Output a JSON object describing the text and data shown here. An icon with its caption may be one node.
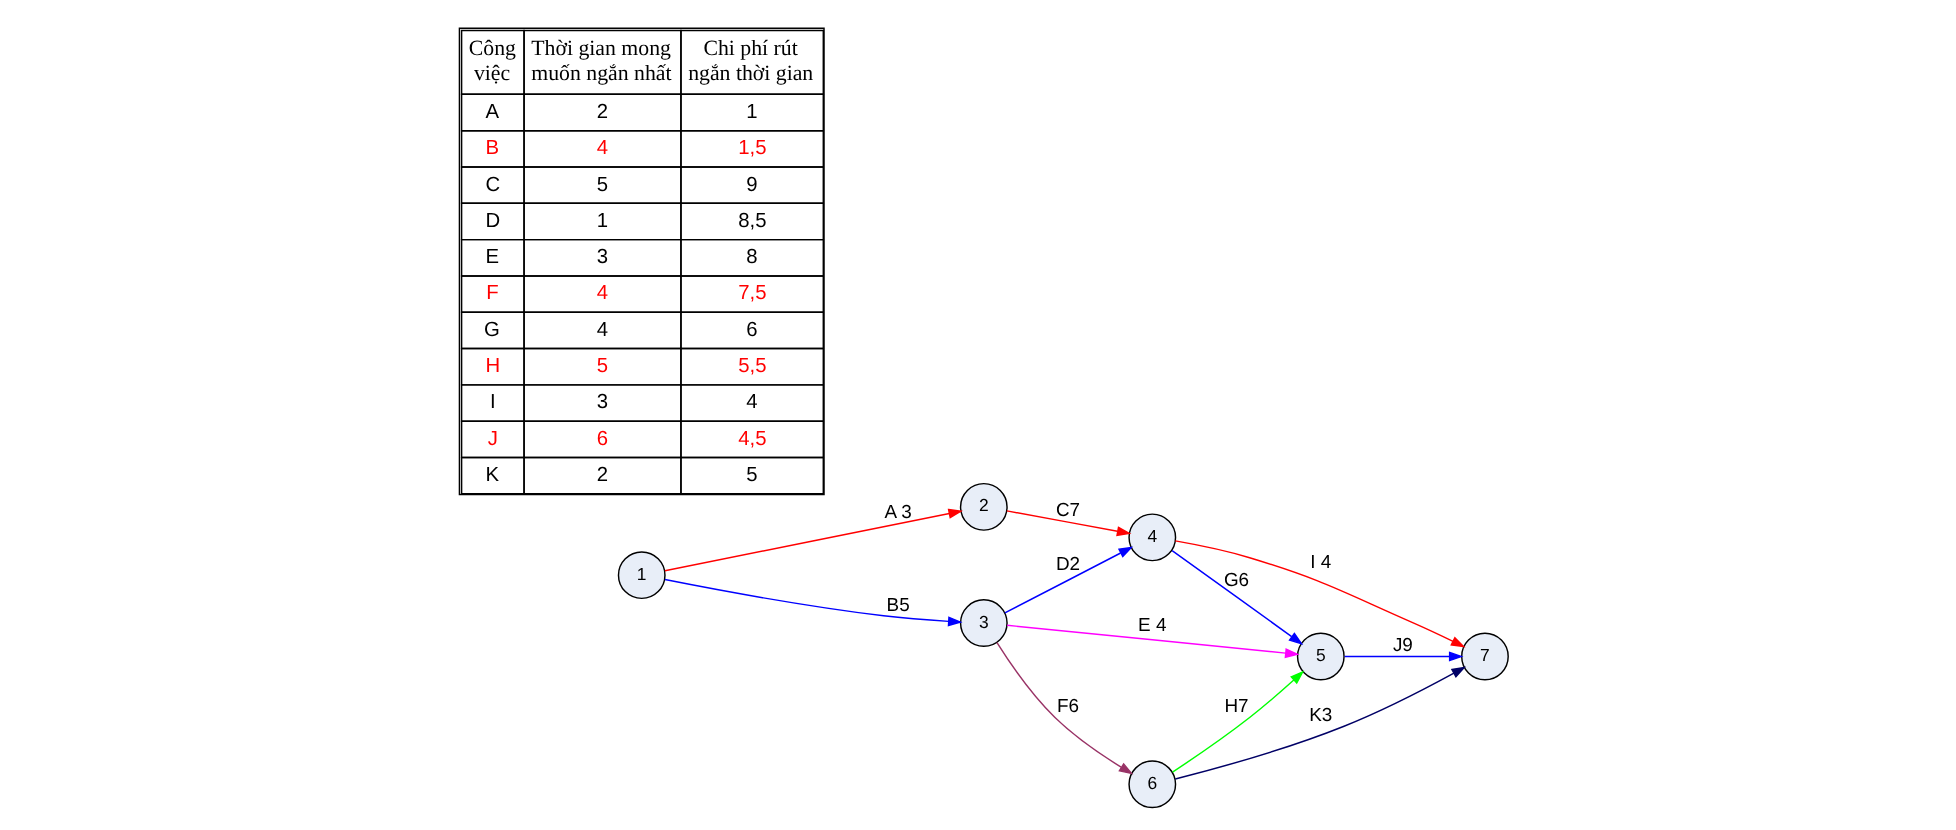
{
  "diagram": {
    "nodes": [
      {
        "text": [
          "1"
        ]
      },
      {
        "text": [
          "2"
        ]
      },
      {
        "text": [
          "3"
        ]
      },
      {
        "text": [
          "4"
        ]
      },
      {
        "text": [
          "5"
        ]
      },
      {
        "text": [
          "6"
        ]
      },
      {
        "text": [
          "7"
        ]
      }
    ],
    "edges": [
      {
        "from": 0,
        "to": 1,
        "arrow": "to",
        "label": "A 3",
        "color": "#ff0000"
      },
      {
        "from": 0,
        "to": 2,
        "arrow": "to",
        "label": "B5"
      },
      {
        "from": 1,
        "to": 3,
        "arrow": "to",
        "label": "C7",
        "color": "#ff0000"
      },
      {
        "from": 2,
        "to": 3,
        "arrow": "to",
        "label": "D2"
      },
      {
        "from": 2,
        "to": 4,
        "arrow": "to",
        "label": "E 4",
        "color": "#ff00ff"
      },
      {
        "from": 2,
        "to": 5,
        "arrow": "to",
        "label": "F6",
        "color": "#993366"
      },
      {
        "from": 3,
        "to": 4,
        "arrow": "to",
        "label": "G6"
      },
      {
        "from": 5,
        "to": 4,
        "arrow": "to",
        "label": "H7",
        "color": "#00ff00"
      },
      {
        "from": 3,
        "to": 6,
        "arrow": "to",
        "label": "I 4",
        "color": "#ff0000"
      },
      {
        "from": 4,
        "to": 6,
        "arrow": "to",
        "label": "J9"
      },
      {
        "from": 5,
        "to": 6,
        "arrow": "to",
        "label": "K3",
        "color": "#000066"
      }
    ],
    "labels": [
      "Công việc",
      "Thời gian mong muốn ngắn nhất",
      "Chi phí rút ngắn thời gian",
      "A",
      "2",
      "1",
      "B",
      "4",
      "1,5",
      "C",
      "5",
      "9",
      "D",
      "1",
      "8,5",
      "E",
      "3",
      "8",
      "F",
      "4",
      "7,5",
      "G",
      "4",
      "6",
      "H",
      "5",
      "5,5",
      "I",
      "3",
      "4",
      "J",
      "6",
      "4,5",
      "K",
      "2",
      "5"
    ]
  }
}
